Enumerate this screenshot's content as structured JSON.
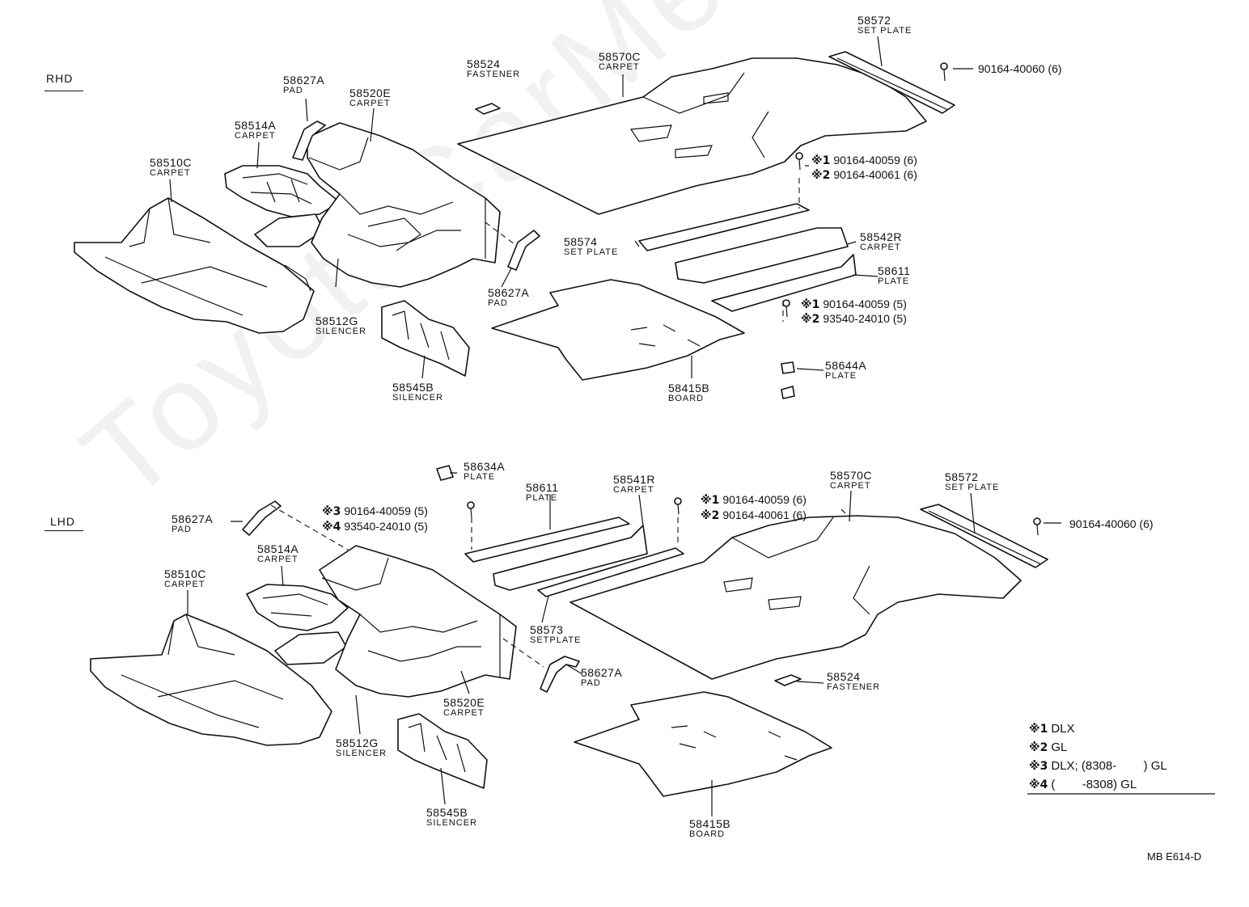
{
  "watermark": "ToyotaCarMe.ru",
  "sections": {
    "rhd": "RHD",
    "lhd": "LHD"
  },
  "rhd_labels": [
    {
      "part_no": "58572",
      "name": "SET PLATE"
    },
    {
      "part_no": "58524",
      "name": "FASTENER"
    },
    {
      "part_no": "58570C",
      "name": "CARPET"
    },
    {
      "part_no": "58627A",
      "name": "PAD"
    },
    {
      "part_no": "58520E",
      "name": "CARPET"
    },
    {
      "part_no": "58514A",
      "name": "CARPET"
    },
    {
      "part_no": "58510C",
      "name": "CARPET"
    },
    {
      "part_no": "58512G",
      "name": "SILENCER"
    },
    {
      "part_no": "58545B",
      "name": "SILENCER"
    },
    {
      "part_no": "58627A",
      "name": "PAD"
    },
    {
      "part_no": "58574",
      "name": "SET PLATE"
    },
    {
      "part_no": "58542R",
      "name": "CARPET"
    },
    {
      "part_no": "58611",
      "name": "PLATE"
    },
    {
      "part_no": "58644A",
      "name": "PLATE"
    },
    {
      "part_no": "58415B",
      "name": "BOARD"
    }
  ],
  "rhd_fasteners": [
    {
      "mark": "",
      "part": "90164-40060 (6)"
    },
    {
      "mark": "※1",
      "part": "90164-40059 (6)"
    },
    {
      "mark": "※2",
      "part": "90164-40061 (6)"
    },
    {
      "mark": "※1",
      "part": "90164-40059 (5)"
    },
    {
      "mark": "※2",
      "part": "93540-24010 (5)"
    }
  ],
  "lhd_labels": [
    {
      "part_no": "58634A",
      "name": "PLATE"
    },
    {
      "part_no": "58611",
      "name": "PLATE"
    },
    {
      "part_no": "58541R",
      "name": "CARPET"
    },
    {
      "part_no": "58570C",
      "name": "CARPET"
    },
    {
      "part_no": "58572",
      "name": "SET PLATE"
    },
    {
      "part_no": "58627A",
      "name": "PAD"
    },
    {
      "part_no": "58514A",
      "name": "CARPET"
    },
    {
      "part_no": "58510C",
      "name": "CARPET"
    },
    {
      "part_no": "58573",
      "name": "SETPLATE"
    },
    {
      "part_no": "58627A",
      "name": "PAD"
    },
    {
      "part_no": "58520E",
      "name": "CARPET"
    },
    {
      "part_no": "58512G",
      "name": "SILENCER"
    },
    {
      "part_no": "58545B",
      "name": "SILENCER"
    },
    {
      "part_no": "58524",
      "name": "FASTENER"
    },
    {
      "part_no": "58415B",
      "name": "BOARD"
    }
  ],
  "lhd_fasteners": [
    {
      "mark": "※3",
      "part": "90164-40059 (5)"
    },
    {
      "mark": "※4",
      "part": "93540-24010 (5)"
    },
    {
      "mark": "※1",
      "part": "90164-40059 (6)"
    },
    {
      "mark": "※2",
      "part": "90164-40061 (6)"
    },
    {
      "mark": "",
      "part": "90164-40060 (6)"
    }
  ],
  "legend": [
    {
      "mark": "※1",
      "text": "DLX"
    },
    {
      "mark": "※2",
      "text": "GL"
    },
    {
      "mark": "※3",
      "text": "DLX; (8308-        ) GL"
    },
    {
      "mark": "※4",
      "text": "(        -8308) GL"
    }
  ],
  "drawing_code": "MB E614-D"
}
